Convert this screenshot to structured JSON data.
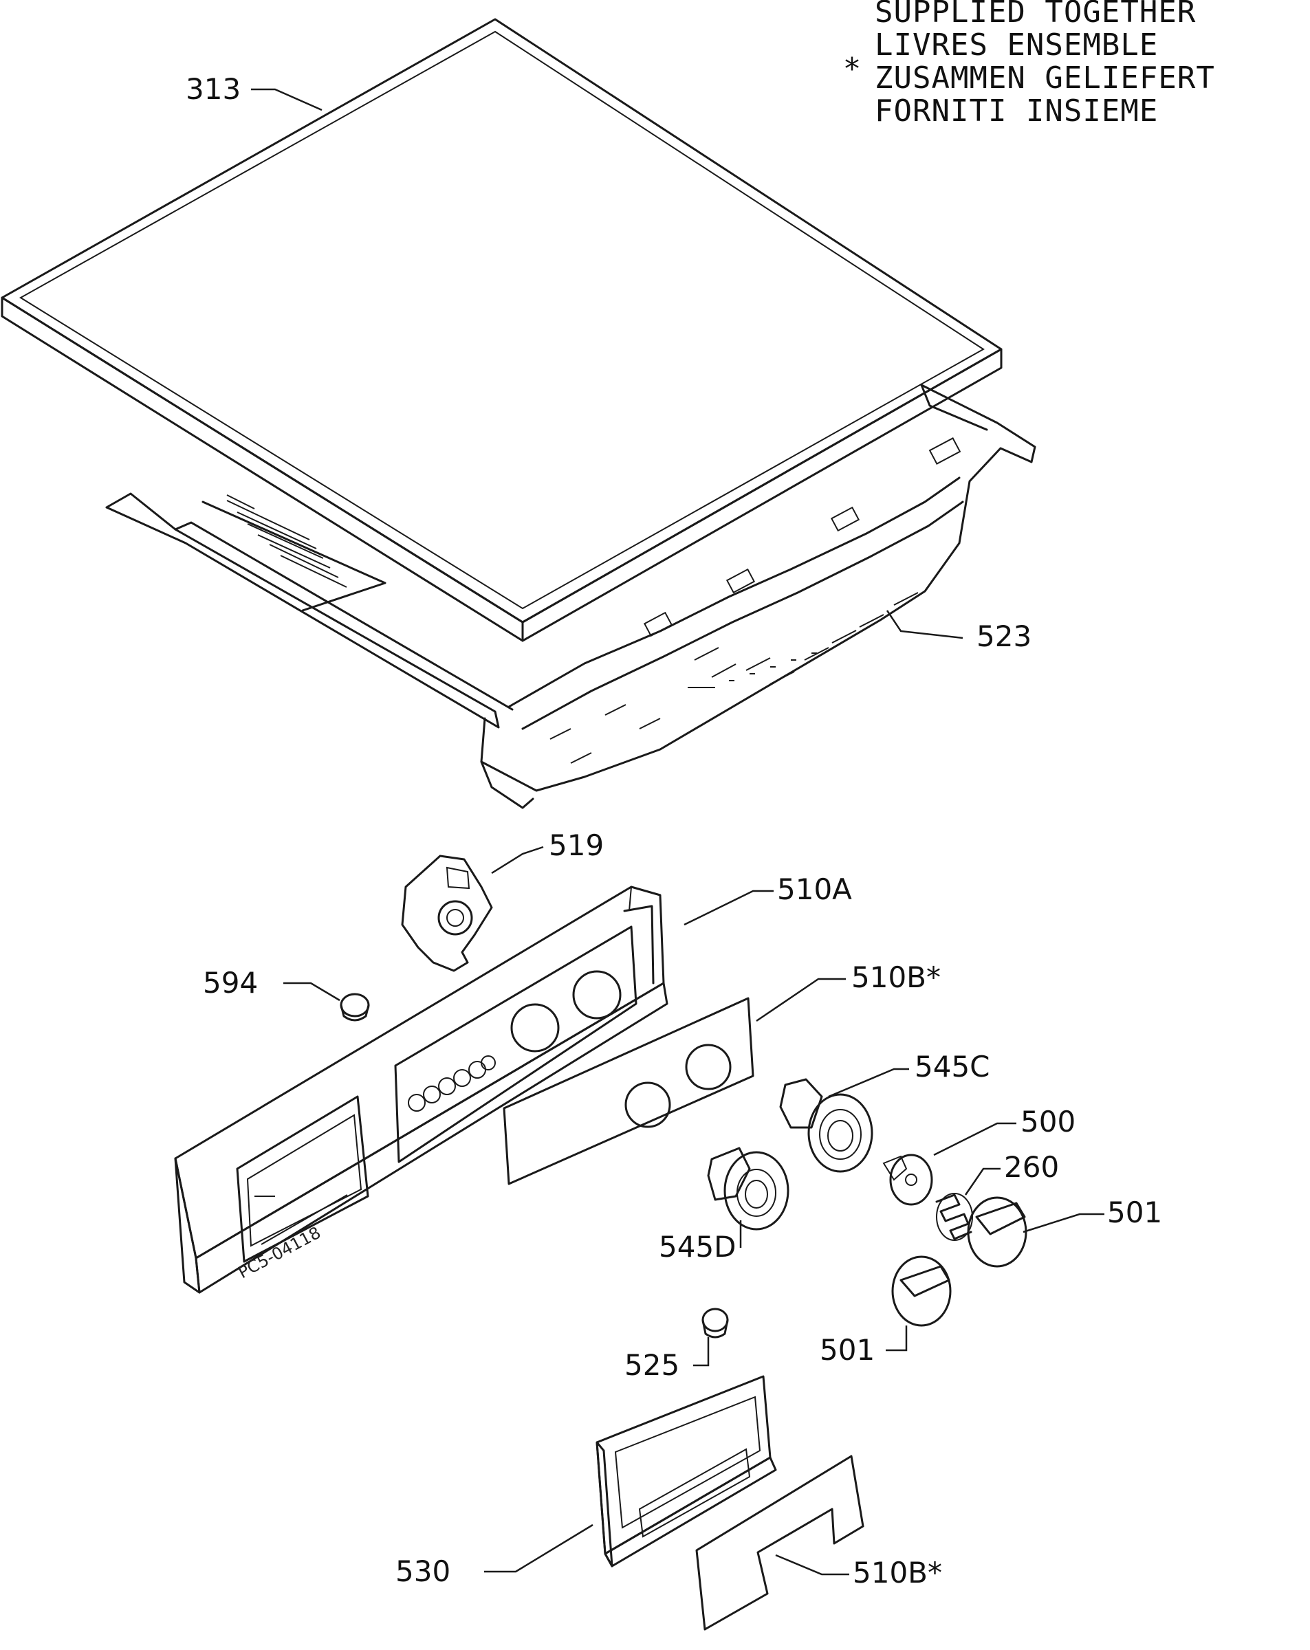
{
  "legend": {
    "lines": [
      "SUPPLIED TOGETHER",
      "LIVRES ENSEMBLE",
      "ZUSAMMEN GELIEFERT",
      "FORNITI INSIEME"
    ],
    "marker": "*"
  },
  "drawing_code": "PC5-04118",
  "callouts": {
    "lid": "313",
    "frame": "523",
    "bracket": "519",
    "panel_a": "510A",
    "panel_b": "510B*",
    "plug": "594",
    "knob_c": "545C",
    "knob_d": "545D",
    "disc": "500",
    "spring": "260",
    "knob_right": "501",
    "knob_lower": "501",
    "button": "525",
    "drawer": "530",
    "panel_b2": "510B*"
  }
}
